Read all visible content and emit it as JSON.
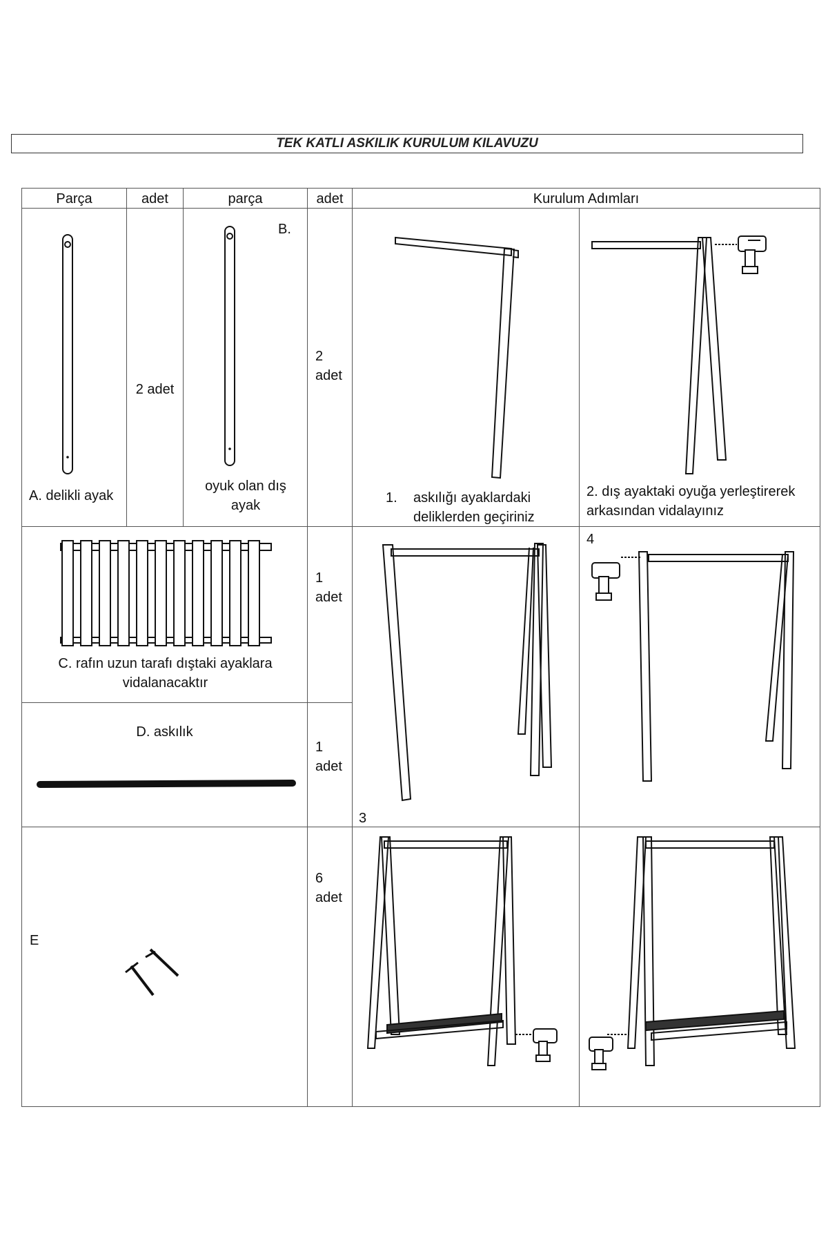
{
  "title": "TEK KATLI ASKILIK KURULUM KILAVUZU",
  "headers": {
    "part1": "Parça",
    "qty1": "adet",
    "part2": "parça",
    "qty2": "adet",
    "steps": "Kurulum Adımları"
  },
  "parts": {
    "A": {
      "label": "A. delikli ayak",
      "qty": "2 adet"
    },
    "B": {
      "letter": "B.",
      "label": "oyuk olan dış ayak",
      "qty_num": "2",
      "qty_unit": "adet"
    },
    "C": {
      "label": "C. rafın uzun tarafı dıştaki ayaklara vidalanacaktır",
      "qty_num": "1",
      "qty_unit": "adet"
    },
    "D": {
      "label": "D. askılık",
      "qty_num": "1",
      "qty_unit": "adet"
    },
    "E": {
      "letter": "E",
      "qty_num": "6",
      "qty_unit": "adet"
    }
  },
  "steps": {
    "step1": {
      "num": "1.",
      "text": "askılığı ayaklardaki deliklerden geçiriniz"
    },
    "step2": {
      "text": "2. dış ayaktaki oyuğa yerleştirerek arkasından vidalayınız"
    },
    "step3": {
      "num": "3"
    },
    "step4": {
      "num": "4"
    }
  },
  "icons": [
    "leg-a-drawing",
    "leg-b-drawing",
    "shelf-drawing",
    "hanger-bar-drawing",
    "screws-icon",
    "drill-icon"
  ]
}
